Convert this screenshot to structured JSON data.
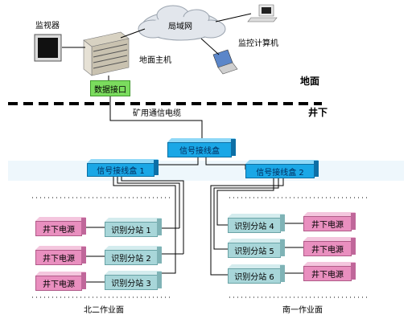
{
  "labels": {
    "monitor": "监视器",
    "lan": "局域网",
    "monitor_pc": "监控计算机",
    "host": "地面主机",
    "data_interface": "数据接口",
    "surface": "地面",
    "underground": "井下",
    "mine_cable": "矿用通信电缆",
    "junction_main": "信号接线盒",
    "junction_1": "信号接线盒 1",
    "junction_2": "信号接线盒 2",
    "power": "井下电源",
    "substations_left": [
      "识别分站 1",
      "识别分站 2",
      "识别分站 3"
    ],
    "substations_right": [
      "识别分站 4",
      "识别分站 5",
      "识别分站 6"
    ],
    "area_left": "北二作业面",
    "area_right": "南一作业面"
  }
}
